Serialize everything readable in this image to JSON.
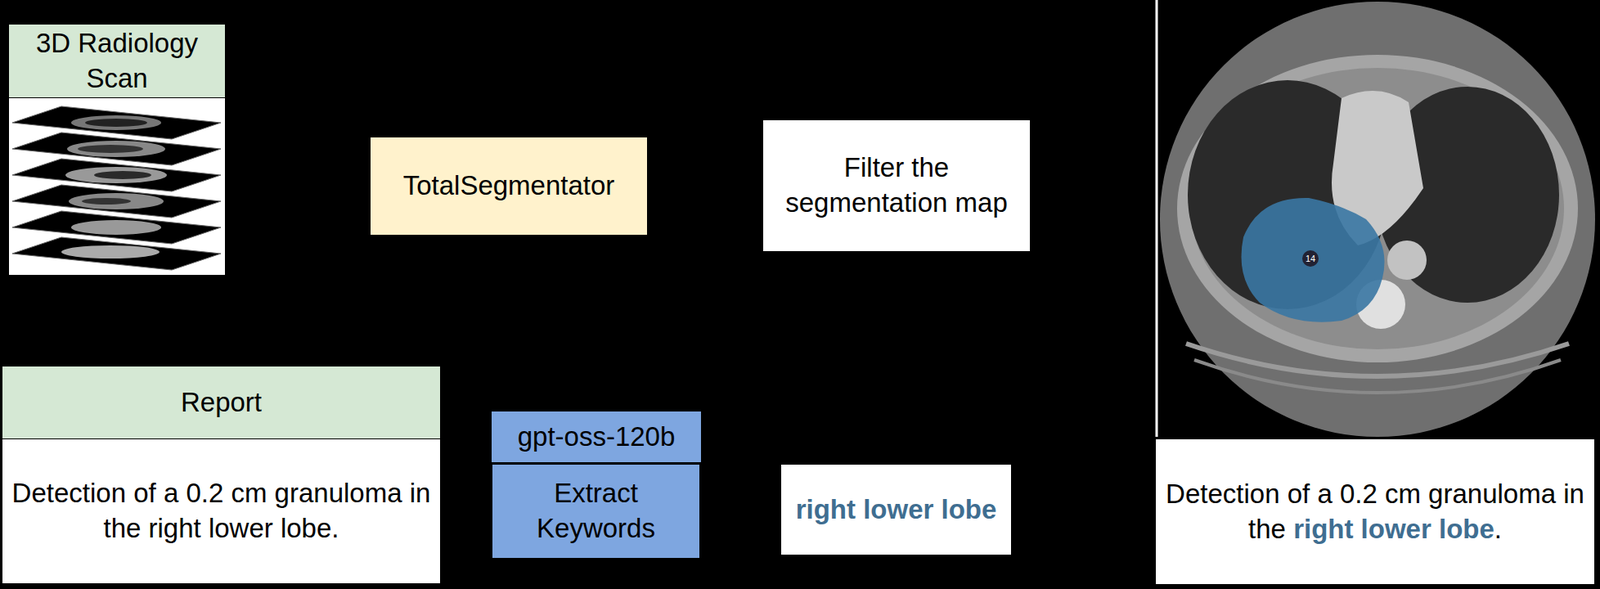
{
  "diagram": {
    "nodes": [
      {
        "text": [
          "3D Radiology Scan"
        ]
      },
      {
        "text": [
          "TotalSegmentator"
        ]
      },
      {
        "text": [
          "Filter the segmentation map"
        ]
      },
      {
        "text": [
          "Report",
          "Detection of a 0.2 cm granuloma in the right lower lobe."
        ]
      },
      {
        "text": [
          "gpt-oss-120b"
        ]
      },
      {
        "text": [
          "Extract Keywords"
        ]
      },
      {
        "text": [
          "right lower lobe"
        ]
      },
      {
        "text": [
          "Detection of a 0.2 cm granuloma in the",
          "right lower lobe",
          "."
        ]
      }
    ],
    "labels": [
      "14"
    ]
  }
}
